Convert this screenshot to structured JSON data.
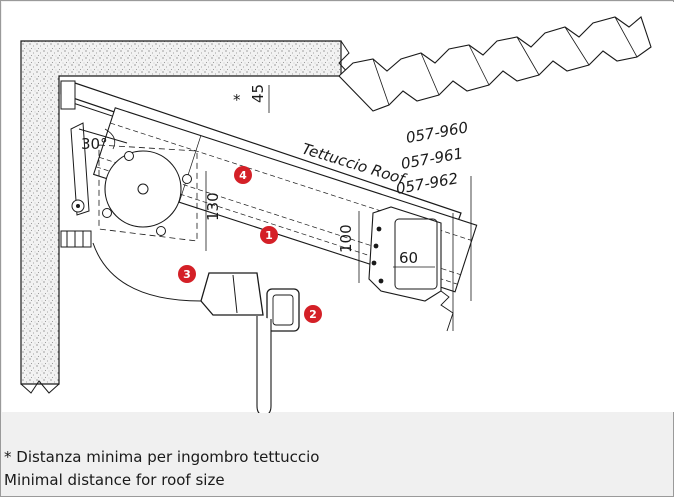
{
  "drawing": {
    "roof_label": "Tettuccio Roof",
    "codes": [
      "057-960",
      "057-961",
      "057-962"
    ],
    "dims": {
      "top": "45",
      "top_mark": "*",
      "angle": "30°",
      "height_left": "130",
      "height_right": "100",
      "width_box": "60"
    },
    "callouts": [
      "1",
      "2",
      "3",
      "4"
    ],
    "colors": {
      "callout": "#d42027",
      "wall_fill": "#e8e8e8",
      "line": "#1a1a1a"
    }
  },
  "notes": {
    "line1": "* Distanza minima per ingombro tettuccio",
    "line2": "Minimal distance for roof size"
  }
}
